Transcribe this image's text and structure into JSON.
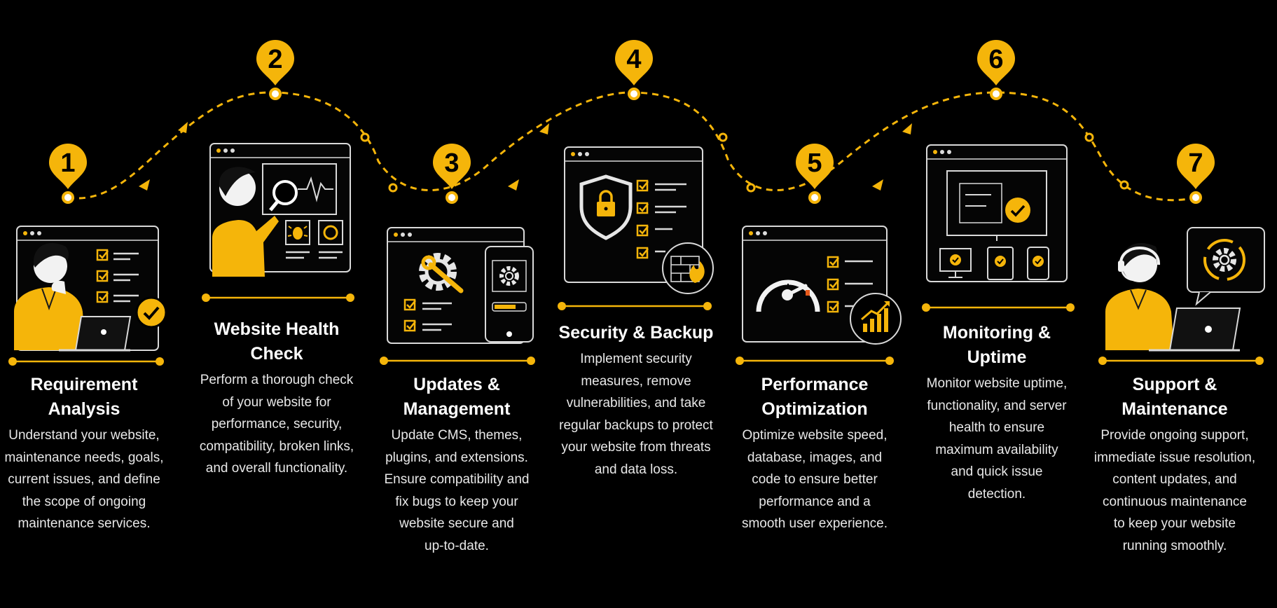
{
  "colors": {
    "accent": "#f5b50a",
    "background": "#000000",
    "text": "#ffffff",
    "outline": "#d9d9d9"
  },
  "steps": [
    {
      "number": "1",
      "title": "Requirement\nAnalysis",
      "description": "Understand your website,\nmaintenance needs, goals,\ncurrent issues, and define\nthe scope of ongoing\nmaintenance services.",
      "icons": [
        "person-thinking-icon",
        "laptop-icon",
        "checklist-icon",
        "check-circle-icon"
      ]
    },
    {
      "number": "2",
      "title": "Website Health\nCheck",
      "description": "Perform a thorough check\nof your website for\nperformance, security,\ncompatibility, broken links,\nand overall functionality.",
      "icons": [
        "person-inspecting-icon",
        "magnifier-icon",
        "pulse-monitor-icon",
        "bug-icon",
        "gauge-icon"
      ]
    },
    {
      "number": "3",
      "title": "Updates &\nManagement",
      "description": "Update CMS, themes,\nplugins, and extensions.\nEnsure compatibility and\nfix bugs to keep your\nwebsite secure and\nup-to-date.",
      "icons": [
        "gear-wrench-icon",
        "mobile-gear-icon",
        "checklist-icon",
        "progress-bar-icon"
      ]
    },
    {
      "number": "4",
      "title": "Security & Backup",
      "description": "Implement security\nmeasures, remove\nvulnerabilities, and take\nregular backups to protect\nyour website from threats\nand data loss.",
      "icons": [
        "shield-lock-icon",
        "checklist-icon",
        "firewall-icon"
      ]
    },
    {
      "number": "5",
      "title": "Performance\nOptimization",
      "description": "Optimize website speed,\ndatabase, images, and\ncode to ensure better\nperformance and a\nsmooth user experience.",
      "icons": [
        "speedometer-icon",
        "checklist-icon",
        "growth-chart-icon"
      ]
    },
    {
      "number": "6",
      "title": "Monitoring &\nUptime",
      "description": "Monitor website uptime,\nfunctionality, and server\nhealth to ensure\nmaximum availability\nand quick issue\ndetection.",
      "icons": [
        "monitor-check-icon",
        "desktop-check-icon",
        "tablet-check-icon",
        "phone-check-icon"
      ]
    },
    {
      "number": "7",
      "title": "Support &\nMaintenance",
      "description": "Provide ongoing support,\nimmediate issue resolution,\ncontent updates, and\ncontinuous maintenance\nto keep your website\nrunning smoothly.",
      "icons": [
        "support-agent-headset-icon",
        "laptop-icon",
        "gear-sync-icon"
      ]
    }
  ]
}
